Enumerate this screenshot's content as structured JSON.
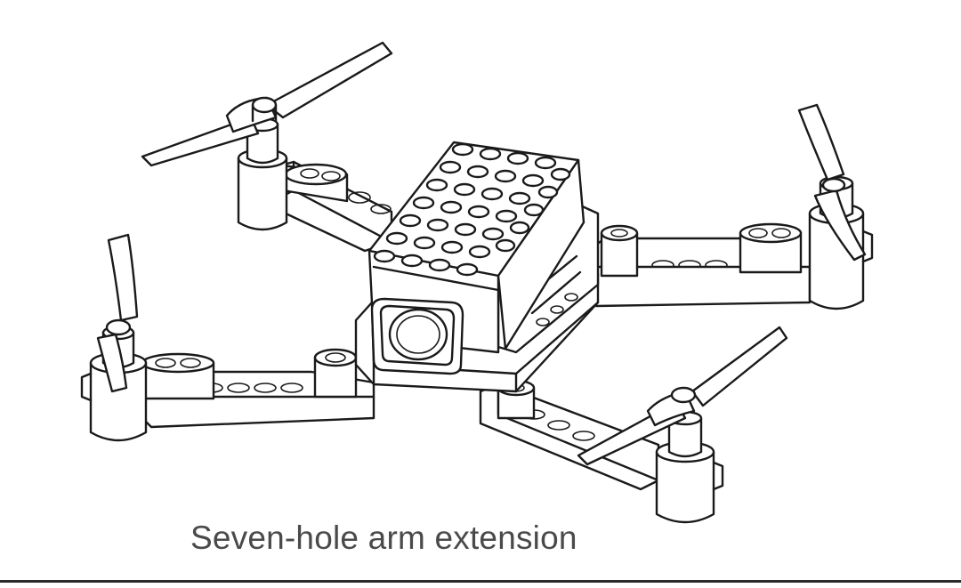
{
  "figure": {
    "caption": "Seven-hole arm extension",
    "line_color": "#1a1a1a",
    "caption_color": "#4a4a4a",
    "background_color": "#ffffff",
    "components": [
      "drone-body",
      "battery-brick",
      "camera",
      "arm-front-left",
      "arm-front-right",
      "arm-rear-left",
      "arm-rear-right",
      "motor",
      "propeller"
    ]
  }
}
